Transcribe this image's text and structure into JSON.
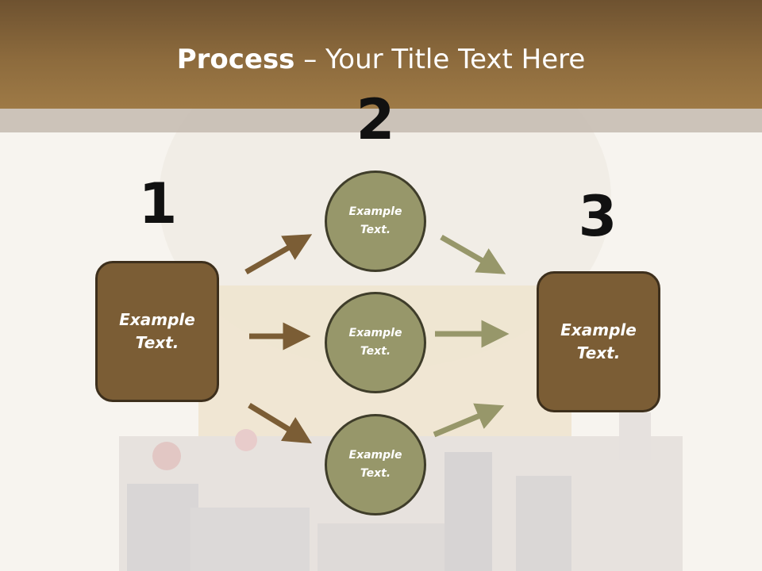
{
  "header": {
    "title_bold": "Process",
    "title_rest": " – Your Title Text Here"
  },
  "steps": {
    "n1": "1",
    "n2": "2",
    "n3": "3"
  },
  "left_box": {
    "line1": "Example",
    "line2": "Text."
  },
  "right_box": {
    "line1": "Example",
    "line2": "Text."
  },
  "circles": [
    {
      "line1": "Example",
      "line2": "Text."
    },
    {
      "line1": "Example",
      "line2": "Text."
    },
    {
      "line1": "Example",
      "line2": "Text."
    }
  ],
  "colors": {
    "header": "#8d6b3d",
    "box": "#7b5d35",
    "circle": "#97976a",
    "arrow_brown": "#7b5d35",
    "arrow_olive": "#97976a"
  }
}
